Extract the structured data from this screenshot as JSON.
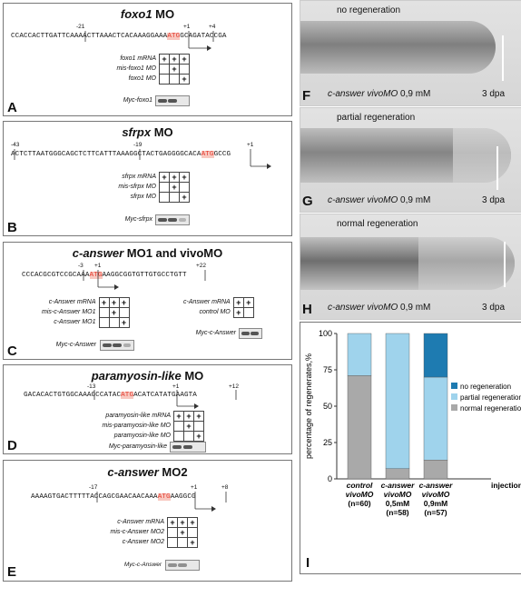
{
  "panelA": {
    "title_gene": "foxo1",
    "title_suffix": " MO",
    "tick_left": "-21",
    "tick_p1": "+1",
    "tick_p4": "+4",
    "seq_pre": "CCACCACTTGATTCAAAACTTAAACTCACAAAGGAAA",
    "seq_atg": "ATG",
    "seq_post": "GCAGATACCGA",
    "rows": [
      {
        "label": "foxo1 mRNA",
        "cells": [
          "+",
          "+",
          "+"
        ]
      },
      {
        "label": "mis-foxo1 MO",
        "cells": [
          "",
          "+",
          ""
        ]
      },
      {
        "label": "foxo1 MO",
        "cells": [
          "",
          "",
          "+"
        ]
      }
    ],
    "blot_label": "Myc-foxo1",
    "letter": "A"
  },
  "panelB": {
    "title_gene": "sfrpx",
    "title_suffix": " MO",
    "tick_left": "-43",
    "tick_mid": "-19",
    "tick_p1": "+1",
    "seq_pre": "ACTCTTAATGGGCAGCTCTTCATTTAAAGGCTACTGAGGGGCACA",
    "seq_atg": "ATG",
    "seq_post": "GCCG",
    "rows": [
      {
        "label": "sfrpx mRNA",
        "cells": [
          "+",
          "+",
          "+"
        ]
      },
      {
        "label": "mis-sfrpx MO",
        "cells": [
          "",
          "+",
          ""
        ]
      },
      {
        "label": "sfrpx MO",
        "cells": [
          "",
          "",
          "+"
        ]
      }
    ],
    "blot_label": "Myc-sfrpx",
    "letter": "B"
  },
  "panelC": {
    "title_gene": "c-answer",
    "title_suffix": " MO1 and vivoMO",
    "tick_m3": "-3",
    "tick_p1": "+1",
    "tick_p22": "+22",
    "seq_pre": "CCCACGCGTCCGCAAA",
    "seq_atg": "ATG",
    "seq_post": "AAGGCGGTGTTGTGCCTGTT",
    "rows": [
      {
        "label": "c-Answer mRNA",
        "cells": [
          "+",
          "+",
          "+"
        ]
      },
      {
        "label": "mis-c-Answer MO1",
        "cells": [
          "",
          "+",
          ""
        ]
      },
      {
        "label": "c-Answer MO1",
        "cells": [
          "",
          "",
          "+"
        ]
      }
    ],
    "rows2": [
      {
        "label": "c-Answer mRNA",
        "cells": [
          "+",
          "+"
        ]
      },
      {
        "label": "control MO",
        "cells": [
          "+",
          ""
        ]
      }
    ],
    "blot_label": "Myc-c-Answer",
    "blot_label2": "Myc-c-Answer",
    "letter": "C"
  },
  "panelD": {
    "title_gene": "paramyosin-like",
    "title_suffix": " MO",
    "tick_m13": "-13",
    "tick_p1": "+1",
    "tick_p12": "+12",
    "seq_pre": "GACACACTGTGGCAAAGCCATAC",
    "seq_atg": "ATG",
    "seq_post": "ACATCATATGAAGTA",
    "rows": [
      {
        "label": "paramyosin-like mRNA",
        "cells": [
          "+",
          "+",
          "+"
        ]
      },
      {
        "label": "mis-paramyosin-like MO",
        "cells": [
          "",
          "+",
          ""
        ]
      },
      {
        "label": "paramyosin-like MO",
        "cells": [
          "",
          "",
          "+"
        ]
      }
    ],
    "blot_label": "Myc-paramyosin-like",
    "letter": "D"
  },
  "panelE": {
    "title_gene": "c-answer",
    "title_suffix": " MO2",
    "tick_m17": "-17",
    "tick_p1": "+1",
    "tick_p8": "+8",
    "seq_pre": "AAAAGTGACTTTTTACCAGCGAACAACAAA",
    "seq_atg": "ATG",
    "seq_post": "AAGGCG",
    "rows": [
      {
        "label": "c-Answer mRNA",
        "cells": [
          "+",
          "+",
          "+"
        ]
      },
      {
        "label": "mis-c-Answer MO2",
        "cells": [
          "",
          "+",
          ""
        ]
      },
      {
        "label": "c-Answer MO2",
        "cells": [
          "",
          "",
          "+"
        ]
      }
    ],
    "blot_label": "Myc-c-Answer",
    "letter": "E"
  },
  "photos": [
    {
      "letter": "F",
      "top_label": "no regeneration",
      "treatment": "c-answer vivoMO",
      "dose": " 0,9 mM",
      "dpa": "3 dpa"
    },
    {
      "letter": "G",
      "top_label": "partial regeneration",
      "treatment": "c-answer vivoMO",
      "dose": " 0,9 mM",
      "dpa": "3 dpa"
    },
    {
      "letter": "H",
      "top_label": "normal regeneration",
      "treatment": "c-answer vivoMO",
      "dose": " 0,9 mM",
      "dpa": "3 dpa"
    }
  ],
  "chart_letter": "I",
  "chart_data": {
    "type": "bar",
    "stacked": true,
    "categories": [
      "control vivoMO (n=60)",
      "c-answer vivoMO 0,5mM (n=58)",
      "c-answer vivoMO 0,9mM (n=57)"
    ],
    "category_lines": [
      [
        "control",
        "vivoMO",
        "(n=60)"
      ],
      [
        "c-answer",
        "vivoMO",
        "0,5mM",
        "(n=58)"
      ],
      [
        "c-answer",
        "vivoMO",
        "0,9mM",
        "(n=57)"
      ]
    ],
    "extra_xlabel": "injection",
    "series": [
      {
        "name": "normal regeneration",
        "values": [
          71,
          7,
          13
        ],
        "color": "#a9a9a9"
      },
      {
        "name": "partial regeneration",
        "values": [
          29,
          93,
          57
        ],
        "color": "#9fd3ec"
      },
      {
        "name": "no regeneration",
        "values": [
          0,
          0,
          30
        ],
        "color": "#1e7bb1"
      }
    ],
    "legend_order": [
      "no regeneration",
      "partial regeneration",
      "normal regeneration"
    ],
    "ylabel": "percentage of regenerates,%",
    "yticks": [
      0,
      25,
      50,
      75,
      100
    ],
    "ylim": [
      0,
      100
    ],
    "legend_position": "right"
  }
}
